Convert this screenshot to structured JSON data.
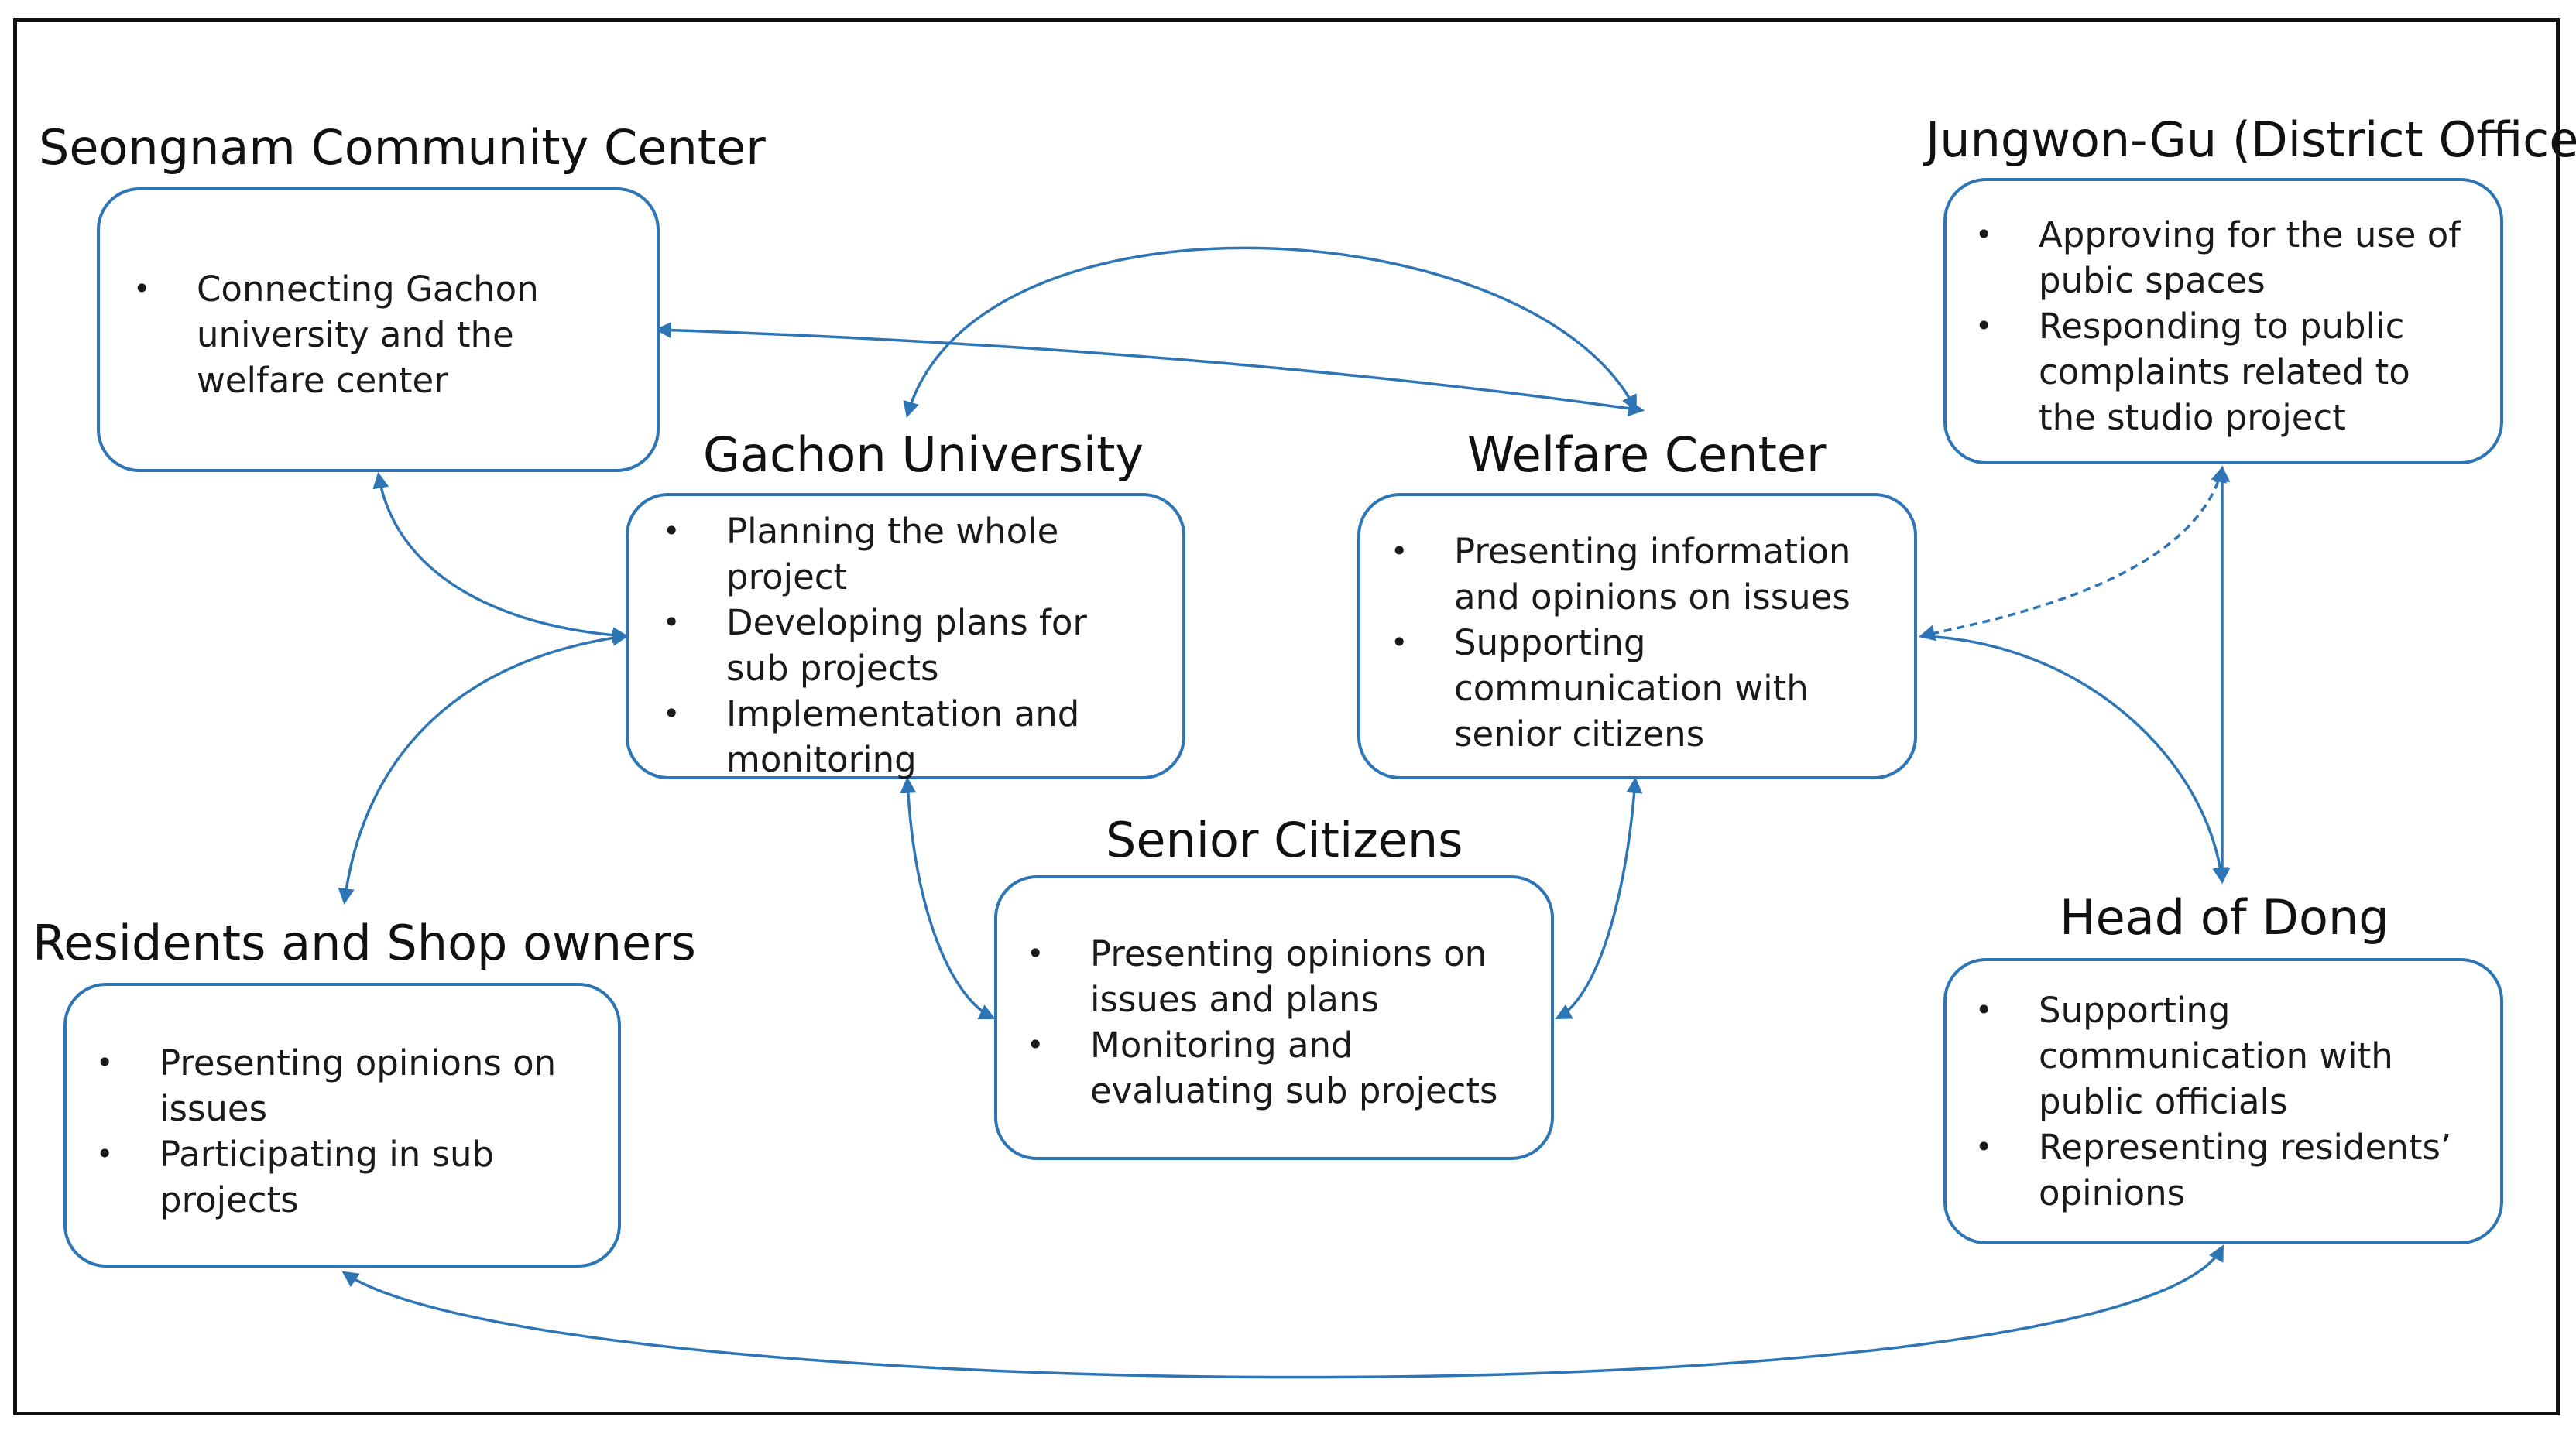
{
  "diagram": {
    "nodes": {
      "seongnam": {
        "title": "Seongnam Community Center",
        "items": [
          "Connecting Gachon university and the welfare center"
        ]
      },
      "gachon": {
        "title": "Gachon University",
        "items": [
          "Planning the whole project",
          "Developing plans for sub projects",
          "Implementation and monitoring"
        ]
      },
      "welfare": {
        "title": "Welfare Center",
        "items": [
          "Presenting information and opinions on issues",
          "Supporting communication with senior citizens"
        ]
      },
      "jungwon": {
        "title": "Jungwon-Gu (District Office)",
        "items": [
          "Approving for the use of pubic spaces",
          "Responding to public complaints related to the studio project"
        ]
      },
      "senior": {
        "title": "Senior Citizens",
        "items": [
          "Presenting opinions on issues and plans",
          "Monitoring and evaluating sub projects"
        ]
      },
      "residents": {
        "title": "Residents and Shop owners",
        "items": [
          "Presenting opinions on issues",
          "Participating in sub projects"
        ]
      },
      "dong": {
        "title": "Head of Dong",
        "items": [
          "Supporting communication with public officials",
          "Representing residents’ opinions"
        ]
      }
    },
    "colors": {
      "arrow": "#2e75b6",
      "box_border": "#2e75b6",
      "frame": "#111111"
    },
    "connections": [
      {
        "from": "seongnam",
        "to": "welfare",
        "style": "solid"
      },
      {
        "from": "gachon",
        "to": "welfare",
        "style": "solid"
      },
      {
        "from": "seongnam",
        "to": "gachon",
        "style": "solid"
      },
      {
        "from": "gachon",
        "to": "residents",
        "style": "solid"
      },
      {
        "from": "gachon",
        "to": "senior",
        "style": "solid"
      },
      {
        "from": "welfare",
        "to": "senior",
        "style": "solid"
      },
      {
        "from": "jungwon",
        "to": "welfare",
        "style": "dashed"
      },
      {
        "from": "jungwon",
        "to": "dong",
        "style": "solid"
      },
      {
        "from": "welfare",
        "to": "dong",
        "style": "solid"
      },
      {
        "from": "residents",
        "to": "dong",
        "style": "solid"
      }
    ]
  }
}
